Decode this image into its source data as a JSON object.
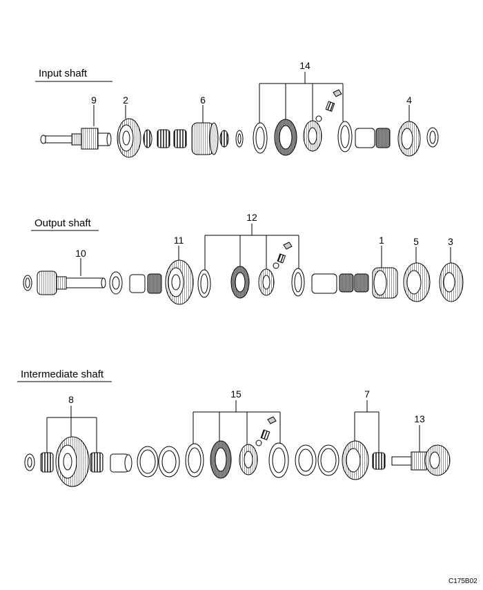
{
  "sections": {
    "input": {
      "title": "Input shaft",
      "callouts": {
        "c9": "9",
        "c2": "2",
        "c6": "6",
        "c14": "14",
        "c4": "4"
      }
    },
    "output": {
      "title": "Output shaft",
      "callouts": {
        "c10": "10",
        "c11": "11",
        "c12": "12",
        "c1": "1",
        "c5": "5",
        "c3": "3"
      }
    },
    "intermediate": {
      "title": "Intermediate shaft",
      "callouts": {
        "c8": "8",
        "c15": "15",
        "c7": "7",
        "c13": "13"
      }
    }
  },
  "figure_code": "C175B02",
  "colors": {
    "line": "#000000",
    "shade": "#bdbdbd",
    "background": "#ffffff"
  }
}
